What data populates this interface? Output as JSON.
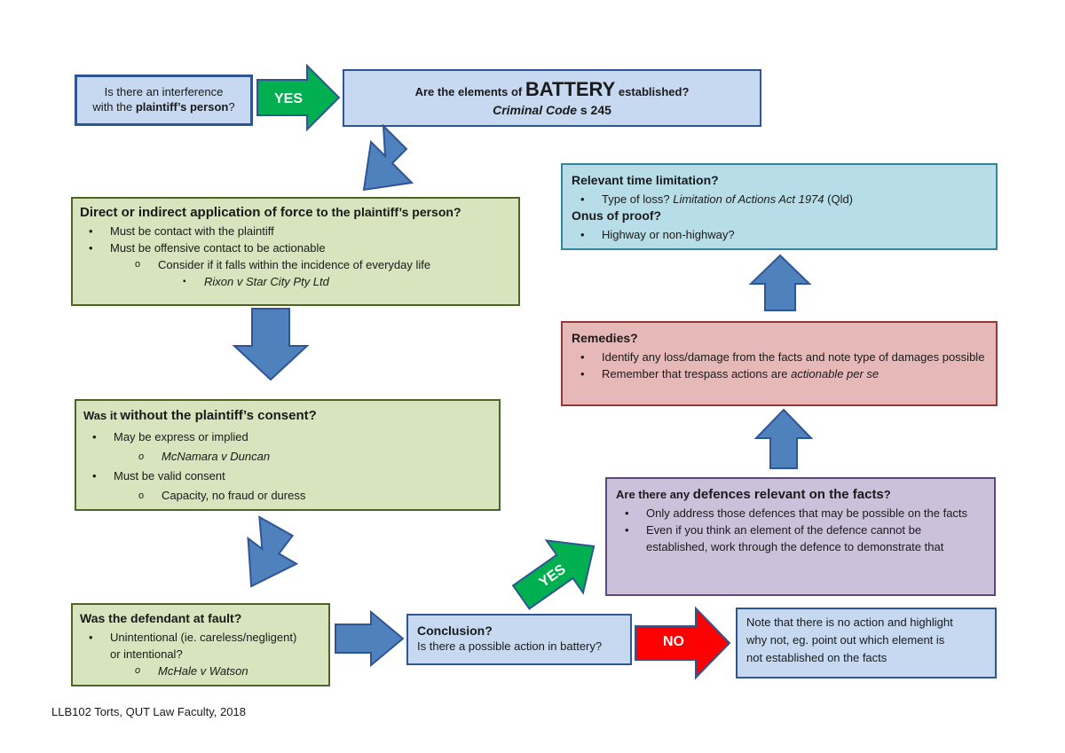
{
  "start_box": {
    "line1": "Is there an interference",
    "line2a": "with the ",
    "line2b": "plaintiff’s person",
    "line2c": "?"
  },
  "yes_arrow_top": "YES",
  "battery_box": {
    "pre": "Are the elements of ",
    "big": "BATTERY",
    "post": " established?",
    "code": "Criminal Code",
    "code_section": " s 245"
  },
  "force_box": {
    "title_bold": "Direct or indirect application of force",
    "title_rest": " to the plaintiff’s person?",
    "bullet1": "Must be contact with the plaintiff",
    "bullet2": "Must be offensive contact to be actionable",
    "sub1": "Consider if it falls within the incidence of everyday life",
    "case1": "Rixon v Star City Pty Ltd"
  },
  "consent_box": {
    "title_a": "Was it ",
    "title_b": "without the plaintiff’s consent",
    "title_c": "?",
    "bullet1": "May be express or implied",
    "case1": "McNamara v Duncan",
    "bullet2": "Must be valid consent",
    "sub2": "Capacity, no fraud or duress"
  },
  "fault_box": {
    "title": "Was the defendant at fault?",
    "bullet1a": "Unintentional (ie. careless/negligent)",
    "bullet1b": "or intentional?",
    "case1": "McHale v Watson"
  },
  "conclusion_box": {
    "title": "Conclusion?",
    "text": "Is there a possible action in battery?"
  },
  "no_arrow": "NO",
  "no_action_box": {
    "line1": "Note that there is no action and highlight",
    "line2": "why not, eg. point out which element is",
    "line3": "not established on the facts"
  },
  "yes_arrow_diag": "YES",
  "defences_box": {
    "title_a": "Are there any ",
    "title_b": "defences relevant on the facts",
    "title_c": "?",
    "bullet1": "Only address those defences that may be possible on the facts",
    "bullet2": "Even if you think an element of the defence cannot be established, work through the defence to demonstrate that"
  },
  "remedies_box": {
    "title": "Remedies?",
    "bullet1": "Identify any loss/damage from the facts and note type of damages possible",
    "bullet2a": "Remember that trespass actions are ",
    "bullet2b": "actionable per se"
  },
  "time_box": {
    "title": "Relevant time limitation?",
    "bullet1a": "Type of loss? ",
    "bullet1b": "Limitation of Actions Act 1974",
    "bullet1c": " (Qld)",
    "title2": "Onus of proof?",
    "bullet2": "Highway or non-highway?"
  },
  "footer": "LLB102 Torts, QUT Law Faculty, 2018",
  "colors": {
    "blue_arrow": "#4f81bd",
    "green_arrow": "#00b050",
    "red_arrow": "#ff0000"
  }
}
